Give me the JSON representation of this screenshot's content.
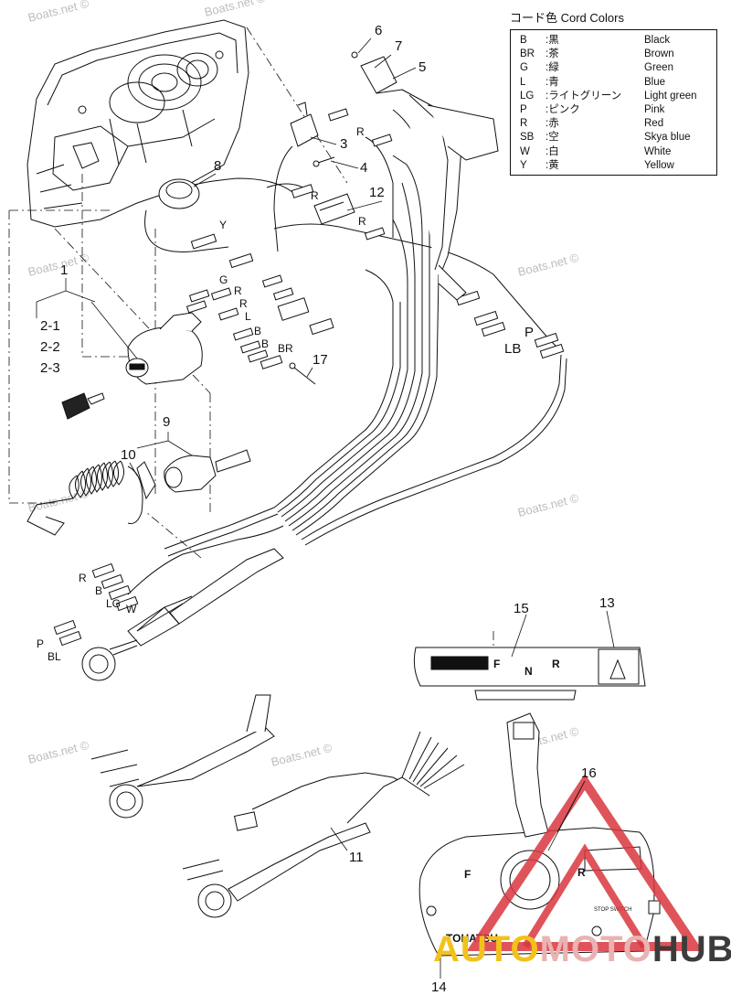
{
  "legend": {
    "title": "コード色 Cord Colors",
    "rows": [
      {
        "code": "B",
        "jp": ":黒",
        "en": "Black"
      },
      {
        "code": "BR",
        "jp": ":茶",
        "en": "Brown"
      },
      {
        "code": "G",
        "jp": ":緑",
        "en": "Green"
      },
      {
        "code": "L",
        "jp": ":青",
        "en": "Blue"
      },
      {
        "code": "LG",
        "jp": ":ライトグリーン",
        "en": "Light green"
      },
      {
        "code": "P",
        "jp": ":ピンク",
        "en": "Pink"
      },
      {
        "code": "R",
        "jp": ":赤",
        "en": "Red"
      },
      {
        "code": "SB",
        "jp": ":空",
        "en": "Skya blue"
      },
      {
        "code": "W",
        "jp": ":白",
        "en": "White"
      },
      {
        "code": "Y",
        "jp": ":黄",
        "en": "Yellow"
      }
    ]
  },
  "part_numbers": {
    "p1": "1",
    "p2_1": "2-1",
    "p2_2": "2-2",
    "p2_3": "2-3",
    "p3": "3",
    "p4": "4",
    "p5": "5",
    "p6": "6",
    "p7": "7",
    "p8": "8",
    "p9": "9",
    "p10": "10",
    "p11": "11",
    "p12": "12",
    "p13": "13",
    "p14": "14",
    "p15": "15",
    "p16": "16",
    "p17": "17"
  },
  "wire_labels": {
    "r_top": "R",
    "r_12a": "R",
    "r_12b": "R",
    "y": "Y",
    "g": "G",
    "r_sw": "R",
    "r_sw2": "R",
    "l": "L",
    "b": "B",
    "b2": "B",
    "br": "BR",
    "p_right": "P",
    "lb_right": "LB",
    "r_low": "R",
    "b_low": "B",
    "lg_low": "LG",
    "w_low": "W",
    "p_low": "P",
    "bl_low": "BL"
  },
  "watermark": "Boats.net ©",
  "remote_box": {
    "shift_letters": [
      "F",
      "N",
      "R"
    ],
    "stop_switch": "STOP SWITCH",
    "brand": "TOHATSU"
  },
  "brand_overlay": {
    "part1": "AUTO",
    "part2": "MOTO",
    "part3": "HUB",
    "color_auto": "#f2c21b",
    "color_moto": "#e9b3b3",
    "color_hub": "#3c3c3c",
    "triangle_color": "#d9363e"
  }
}
